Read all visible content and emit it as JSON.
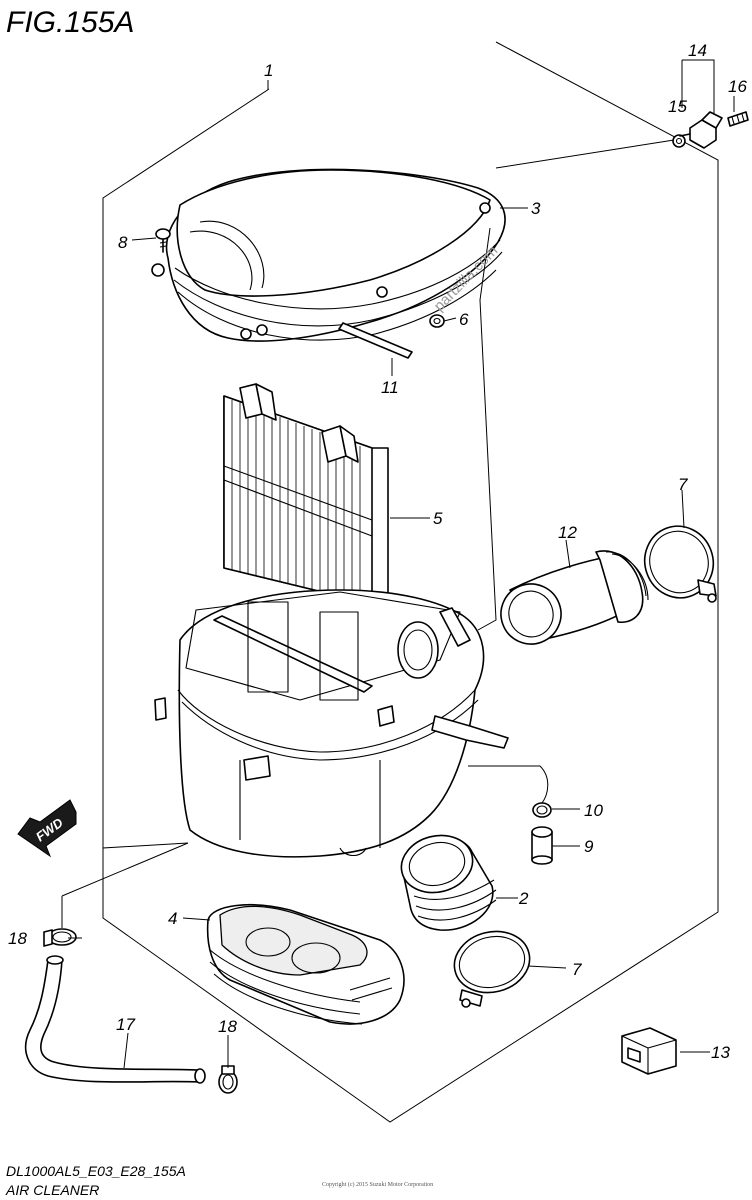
{
  "figure": {
    "title": "FIG.155A",
    "code": "DL1000AL5_E03_E28_155A",
    "name": "AIR CLEANER",
    "watermark": "partzilla.com",
    "fine_print": "Copyright (c) 2015 Suzuki Motor Corporation"
  },
  "direction_badge": "FWD",
  "callouts": [
    {
      "id": "part-1",
      "label": "1"
    },
    {
      "id": "part-2",
      "label": "2"
    },
    {
      "id": "part-3",
      "label": "3"
    },
    {
      "id": "part-4",
      "label": "4"
    },
    {
      "id": "part-5",
      "label": "5"
    },
    {
      "id": "part-6",
      "label": "6"
    },
    {
      "id": "part-7a",
      "label": "7"
    },
    {
      "id": "part-7b",
      "label": "7"
    },
    {
      "id": "part-8",
      "label": "8"
    },
    {
      "id": "part-9",
      "label": "9"
    },
    {
      "id": "part-10",
      "label": "10"
    },
    {
      "id": "part-11",
      "label": "11"
    },
    {
      "id": "part-12",
      "label": "12"
    },
    {
      "id": "part-13",
      "label": "13"
    },
    {
      "id": "part-14",
      "label": "14"
    },
    {
      "id": "part-15",
      "label": "15"
    },
    {
      "id": "part-16",
      "label": "16"
    },
    {
      "id": "part-17",
      "label": "17"
    },
    {
      "id": "part-18a",
      "label": "18"
    },
    {
      "id": "part-18b",
      "label": "18"
    }
  ]
}
